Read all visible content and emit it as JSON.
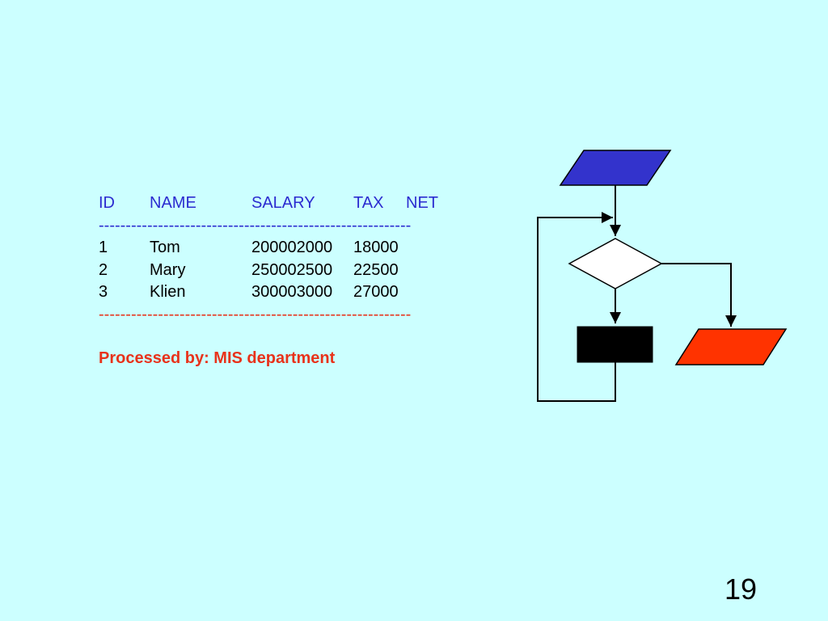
{
  "report": {
    "headers": {
      "id": "ID",
      "name": "NAME",
      "salary": "SALARY",
      "tax": "TAX",
      "net": "NET"
    },
    "separator_top": "----------------------------------------------------------",
    "rows": [
      {
        "id": "1",
        "name": "Tom",
        "salary": "200002000",
        "tax": "18000"
      },
      {
        "id": "2",
        "name": "Mary",
        "salary": "250002500",
        "tax": "22500"
      },
      {
        "id": "3",
        "name": "Klien",
        "salary": "300003000",
        "tax": "27000"
      }
    ],
    "separator_bottom": "----------------------------------------------------------",
    "footer": "Processed by: MIS department"
  },
  "flowchart": {
    "colors": {
      "input": "#3333cc",
      "process": "#000000",
      "output": "#ff3300",
      "decision": "#ffffff",
      "lines": "#000000"
    }
  },
  "page_number": "19"
}
